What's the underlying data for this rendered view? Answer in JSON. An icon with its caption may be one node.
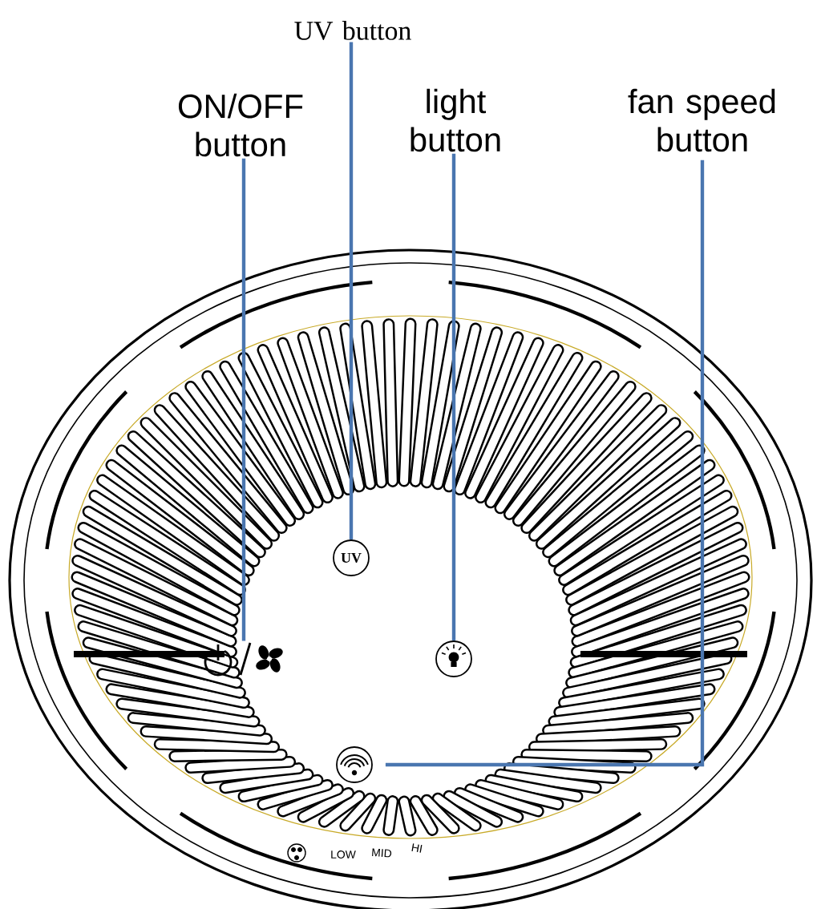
{
  "diagram": {
    "nodes": [
      {
        "text": [
          "UV button"
        ]
      },
      {
        "text": [
          "ON/OFF button"
        ]
      },
      {
        "text": [
          "light button"
        ]
      },
      {
        "text": [
          "fan speed button"
        ]
      },
      {
        "text": [
          "UV"
        ]
      },
      {
        "text": [],
        "shape": "symbol"
      },
      {
        "text": [],
        "shape": "circle"
      },
      {
        "text": [],
        "shape": "circle"
      }
    ],
    "edges": [
      {
        "from": 0,
        "to": 4,
        "arrow": "none"
      },
      {
        "from": 1,
        "to": 5,
        "arrow": "none"
      },
      {
        "from": 2,
        "to": 6,
        "arrow": "none"
      },
      {
        "from": 3,
        "to": 7,
        "arrow": "none"
      }
    ],
    "labels": [
      "LOW",
      "MID",
      "HI"
    ]
  }
}
